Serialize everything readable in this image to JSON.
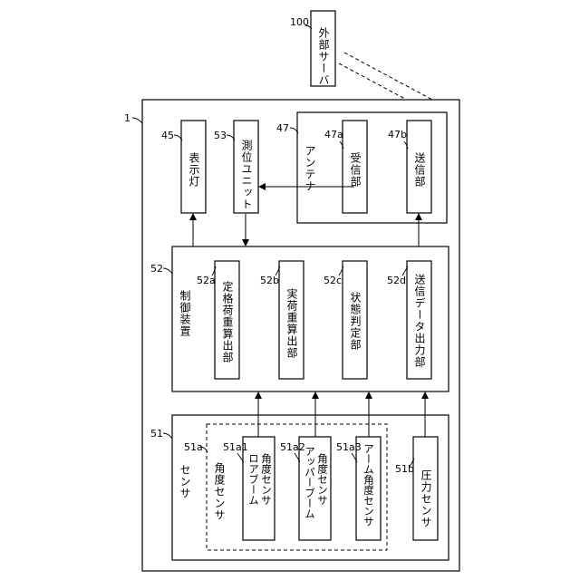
{
  "external_server": {
    "ref": "100",
    "label": "外部サーバ"
  },
  "device": {
    "ref": "1"
  },
  "indicator_lamp": {
    "ref": "45",
    "label": "表示灯"
  },
  "positioning_unit": {
    "ref": "53",
    "label": "測位ユニット"
  },
  "antenna": {
    "ref": "47",
    "label": "アンテナ",
    "receiver": {
      "ref": "47a",
      "label": "受信部"
    },
    "transmitter": {
      "ref": "47b",
      "label": "送信部"
    }
  },
  "controller": {
    "ref": "52",
    "label": "制御装置",
    "items": [
      {
        "ref": "52a",
        "label": "定格荷重算出部"
      },
      {
        "ref": "52b",
        "label": "実荷重算出部"
      },
      {
        "ref": "52c",
        "label": "状態判定部"
      },
      {
        "ref": "52d",
        "label": "送信データ出力部"
      }
    ]
  },
  "sensor": {
    "ref": "51",
    "label": "センサ",
    "angle_sensor": {
      "ref": "51a",
      "label": "角度センサ",
      "items": [
        {
          "ref": "51a1",
          "line1": "ロアブーム",
          "line2": "角度センサ"
        },
        {
          "ref": "51a2",
          "line1": "アッパーブーム",
          "line2": "角度センサ"
        },
        {
          "ref": "51a3",
          "line1": "アーム角度センサ"
        }
      ]
    },
    "pressure_sensor": {
      "ref": "51b",
      "label": "圧力センサ"
    }
  }
}
